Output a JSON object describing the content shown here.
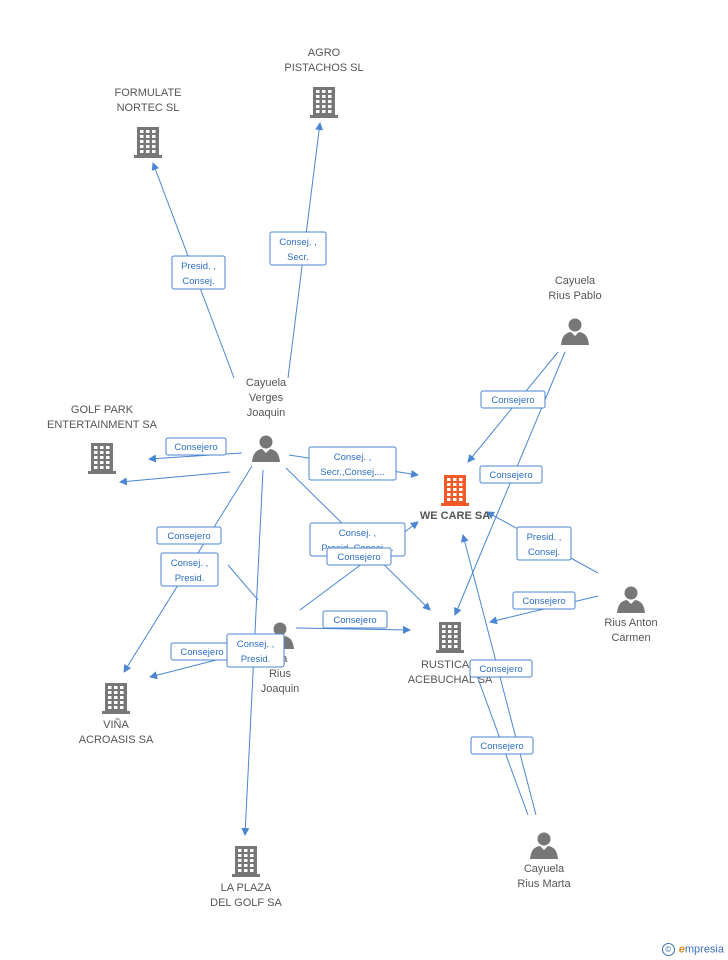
{
  "colors": {
    "edge": "#4a86d1",
    "role_text": "#2f6fbf",
    "company_icon": "#777777",
    "focus_company_icon": "#f05a28",
    "person_icon": "#777777",
    "label_text": "#555555"
  },
  "nodes": [
    {
      "id": "agro",
      "type": "company",
      "lines": [
        "AGRO",
        "PISTACHOS SL"
      ],
      "icon": "building-icon"
    },
    {
      "id": "formulate",
      "type": "company",
      "lines": [
        "FORMULATE",
        "NORTEC SL"
      ],
      "icon": "building-icon"
    },
    {
      "id": "golfpark",
      "type": "company",
      "lines": [
        "GOLF PARK",
        "ENTERTAINMENT SA"
      ],
      "icon": "building-icon"
    },
    {
      "id": "wecare",
      "type": "company",
      "focus": true,
      "lines": [
        "WE CARE SA"
      ],
      "icon": "building-icon"
    },
    {
      "id": "rustica",
      "type": "company",
      "lines": [
        "RUSTICA E",
        "ACEBUCHAL SA"
      ],
      "icon": "building-icon"
    },
    {
      "id": "vina",
      "type": "company",
      "lines": [
        "VIÑA",
        "ACROASIS SA"
      ],
      "icon": "building-icon"
    },
    {
      "id": "laplaza",
      "type": "company",
      "lines": [
        "LA PLAZA",
        "DEL GOLF SA"
      ],
      "icon": "building-icon"
    },
    {
      "id": "cvj",
      "type": "person",
      "lines": [
        "Cayuela",
        "Verges",
        "Joaquin"
      ],
      "icon": "person-icon"
    },
    {
      "id": "crp",
      "type": "person",
      "lines": [
        "Cayuela",
        "Rius Pablo"
      ],
      "icon": "person-icon"
    },
    {
      "id": "crj",
      "type": "person",
      "lines": [
        "ela",
        "Rius",
        "Joaquin"
      ],
      "icon": "person-icon"
    },
    {
      "id": "rac",
      "type": "person",
      "lines": [
        "Rius Anton",
        "Carmen"
      ],
      "icon": "person-icon"
    },
    {
      "id": "crm",
      "type": "person",
      "lines": [
        "Cayuela",
        "Rius Marta"
      ],
      "icon": "person-icon"
    }
  ],
  "relations": [
    {
      "id": "r1",
      "lines": [
        "Presid. ,",
        "Consej."
      ]
    },
    {
      "id": "r2",
      "lines": [
        "Consej. ,",
        "Secr."
      ]
    },
    {
      "id": "r3",
      "lines": [
        "Consejero"
      ]
    },
    {
      "id": "r4",
      "lines": [
        "Consej. ,",
        "Secr.,Consej...."
      ]
    },
    {
      "id": "r5",
      "lines": [
        "Consejero"
      ]
    },
    {
      "id": "r6",
      "lines": [
        "Consejero"
      ]
    },
    {
      "id": "r7",
      "lines": [
        "Consej. ,",
        "Presid."
      ]
    },
    {
      "id": "r8",
      "lines": [
        "Consej. ,",
        "Presid.,Consej...."
      ]
    },
    {
      "id": "r9",
      "lines": [
        "Consejero"
      ]
    },
    {
      "id": "r10",
      "lines": [
        "Consejero"
      ]
    },
    {
      "id": "r11",
      "lines": [
        "Consejero"
      ]
    },
    {
      "id": "r12",
      "lines": [
        "Consej. ,",
        "Presid."
      ]
    },
    {
      "id": "r13",
      "lines": [
        "Consejero"
      ]
    },
    {
      "id": "r14",
      "lines": [
        "Consejero"
      ]
    },
    {
      "id": "r15",
      "lines": [
        "Presid. ,",
        "Consej."
      ]
    },
    {
      "id": "r16",
      "lines": [
        "Consejero"
      ]
    },
    {
      "id": "r17",
      "lines": [
        "Consejero"
      ]
    },
    {
      "id": "r18",
      "lines": [
        "Consejero"
      ]
    }
  ],
  "footer": {
    "copyright_symbol": "©",
    "brand_first": "e",
    "brand_rest": "mpresia"
  }
}
